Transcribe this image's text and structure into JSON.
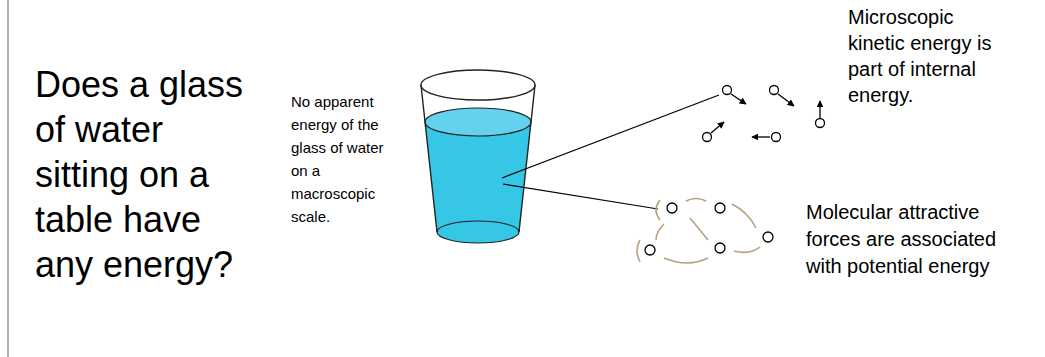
{
  "diagram": {
    "title": "Does a glass of water sitting on a table have any energy?",
    "labels": [
      "No apparent energy of the glass of water on a macroscopic scale.",
      "Microscopic kinetic energy is part of internal energy.",
      "Molecular attractive forces are associated with potential energy"
    ]
  }
}
